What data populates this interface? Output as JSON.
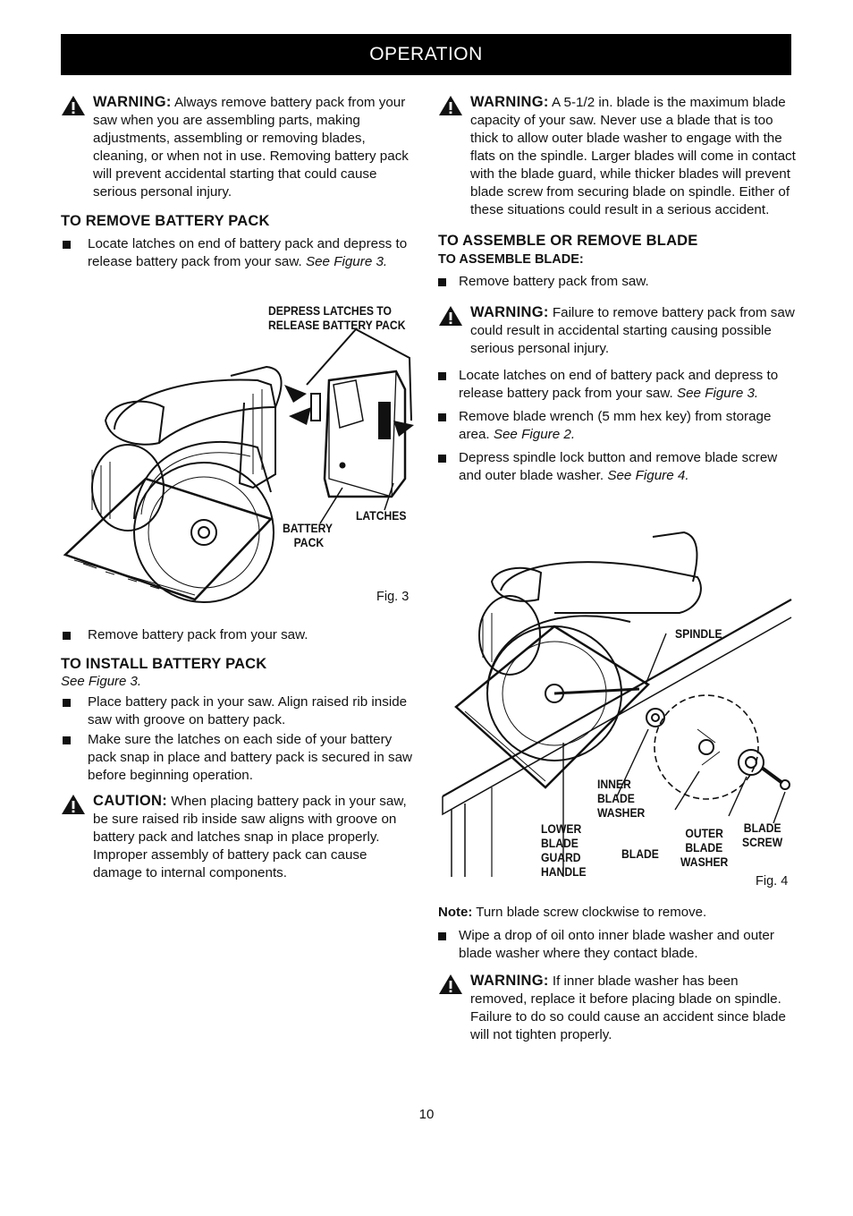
{
  "header": {
    "title": "OPERATION"
  },
  "left": {
    "warning1": {
      "label": "WARNING:",
      "text": "Always remove battery pack from your saw when you are assembling parts, making adjustments, assembling or removing blades, cleaning, or when not in use. Removing battery pack will prevent accidental starting that could cause serious personal injury."
    },
    "remove_heading": "TO REMOVE BATTERY PACK",
    "remove_bullet": {
      "text": "Locate latches on end of battery pack and depress to release battery pack from your saw.",
      "ref": "See Figure 3."
    },
    "fig3": {
      "callout_depress_1": "DEPRESS LATCHES TO",
      "callout_depress_2": "RELEASE BATTERY PACK",
      "callout_battery_1": "BATTERY",
      "callout_battery_2": "PACK",
      "callout_latches": "LATCHES",
      "label": "Fig. 3"
    },
    "remove_bullet2": "Remove battery pack from your saw.",
    "install_heading": "TO INSTALL BATTERY PACK",
    "install_ref": "See Figure 3.",
    "install_bullets": [
      "Place battery pack in your saw. Align raised rib inside saw with groove on battery pack.",
      "Make sure the latches on each side of your battery pack snap in place and battery pack is secured in saw before beginning operation."
    ],
    "caution": {
      "label": "CAUTION:",
      "text": "When placing battery pack in your saw, be sure raised rib inside saw aligns with groove on battery pack and latches snap in place properly. Improper assembly of battery pack can cause damage to internal components."
    }
  },
  "right": {
    "warning1": {
      "label": "WARNING:",
      "text": "A 5-1/2 in. blade is the maximum blade capacity of your saw. Never use a blade that is too thick to allow outer blade washer to engage with the flats on the spindle. Larger blades will come in contact with the blade guard, while thicker blades will prevent blade screw from securing blade on spindle. Either of these situations could result in a serious accident."
    },
    "assemble_heading": "TO ASSEMBLE OR REMOVE BLADE",
    "assemble_sub": "TO ASSEMBLE BLADE:",
    "bullet1": "Remove battery pack from saw.",
    "warning2": {
      "label": "WARNING:",
      "text": "Failure to remove battery pack from saw could result in accidental starting causing possible serious personal injury."
    },
    "bullet2": {
      "text": "Locate latches on end of battery pack and depress to release battery pack from your saw.",
      "ref": "See Figure 3."
    },
    "bullet3": {
      "text": "Remove blade wrench (5 mm hex key) from storage area.",
      "ref": "See Figure 2."
    },
    "bullet4": {
      "text": "Depress spindle lock button and remove blade screw and outer blade washer.",
      "ref": "See Figure 4."
    },
    "fig4": {
      "spindle": "SPINDLE",
      "inner_1": "INNER",
      "inner_2": "BLADE",
      "inner_3": "WASHER",
      "lower_1": "LOWER",
      "lower_2": "BLADE",
      "lower_3": "GUARD",
      "lower_4": "HANDLE",
      "blade": "BLADE",
      "outer_1": "OUTER",
      "outer_2": "BLADE",
      "outer_3": "WASHER",
      "screw_1": "BLADE",
      "screw_2": "SCREW",
      "label": "Fig. 4"
    },
    "note": {
      "label": "Note:",
      "text": "Turn blade screw clockwise to remove."
    },
    "bullet5": "Wipe a drop of oil onto inner blade washer and outer blade washer where they contact blade.",
    "warning3": {
      "label": "WARNING:",
      "text": "If inner blade washer has been removed, replace it before placing blade on spindle. Failure to do so could cause an accident since blade will not tighten properly."
    }
  },
  "footer": {
    "page_number": "10"
  }
}
